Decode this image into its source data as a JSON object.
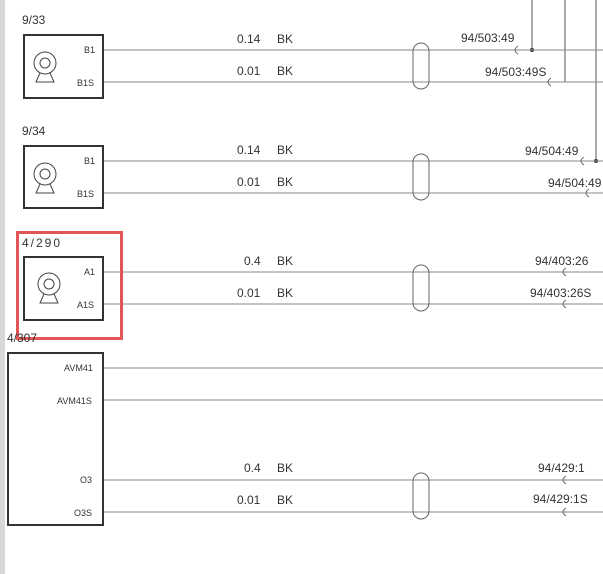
{
  "colors": {
    "line": "#888888",
    "box_border": "#333333",
    "text": "#333333",
    "highlight": "#e05555"
  },
  "components": [
    {
      "id": "9/33",
      "icon": "sensor-icon",
      "pins": [
        "B1",
        "B1S"
      ]
    },
    {
      "id": "9/34",
      "icon": "sensor-icon",
      "pins": [
        "B1",
        "B1S"
      ]
    },
    {
      "id": "4/290",
      "icon": "sensor-icon",
      "pins": [
        "A1",
        "A1S"
      ],
      "highlighted": true
    },
    {
      "id": "4/307",
      "pins": [
        "AVM41",
        "AVM41S",
        "O3",
        "O3S"
      ]
    }
  ],
  "wires": [
    {
      "size": "0.14",
      "color": "BK",
      "dest": "94/503:49"
    },
    {
      "size": "0.01",
      "color": "BK",
      "dest": "94/503:49S"
    },
    {
      "size": "0.14",
      "color": "BK",
      "dest": "94/504:49"
    },
    {
      "size": "0.01",
      "color": "BK",
      "dest": "94/504:49"
    },
    {
      "size": "0.4",
      "color": "BK",
      "dest": "94/403:26"
    },
    {
      "size": "0.01",
      "color": "BK",
      "dest": "94/403:26S"
    },
    {
      "size": "0.4",
      "color": "BK",
      "dest": "94/429:1"
    },
    {
      "size": "0.01",
      "color": "BK",
      "dest": "94/429:1S"
    }
  ]
}
